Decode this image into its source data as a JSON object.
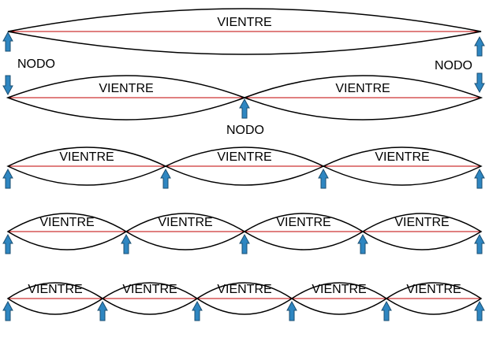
{
  "labels": {
    "antinode": "VIENTRE",
    "node": "NODO"
  },
  "colors": {
    "string": "#000000",
    "axis": "#c00000",
    "arrow_fill": "#2e86c1",
    "arrow_stroke": "#1b4f72"
  },
  "harmonics": [
    {
      "segments": 1
    },
    {
      "segments": 2
    },
    {
      "segments": 3
    },
    {
      "segments": 4
    },
    {
      "segments": 5
    }
  ]
}
